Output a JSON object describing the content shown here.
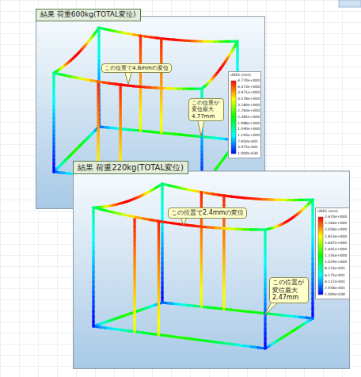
{
  "diagram": {
    "nodes": [
      {
        "text": [
          "結果 荷重600kg(TOTAL変位)"
        ]
      },
      {
        "text": [
          "この位置で4.6mmの変位"
        ],
        "in": 0
      },
      {
        "text": [
          "この位置が 変位最大 4.77mm"
        ],
        "in": 0
      },
      {
        "text": [
          "結果 荷重220kg(TOTAL変位)"
        ]
      },
      {
        "text": [
          "この位置で2.4mmの変位"
        ],
        "in": 3
      },
      {
        "text": [
          "この位置が 変位最大 2.47mm"
        ],
        "in": 3
      }
    ],
    "labels": [
      "URES (mm)",
      "4.770e+000",
      "4.373e+000",
      "3.975e+000",
      "3.578e+000",
      "3.180e+000",
      "2.783e+000",
      "2.385e+000",
      "1.988e+000",
      "1.590e+000",
      "1.193e+000",
      "7.950e-001",
      "3.975e-001",
      "1.000e-030",
      "URES (mm)",
      "2.470e+000",
      "2.264e+000",
      "2.058e+000",
      "1.853e+000",
      "1.647e+000",
      "1.441e+000",
      "1.235e+000",
      "1.029e+000",
      "8.233e-001",
      "6.175e-001",
      "4.117e-001",
      "2.058e-001",
      "1.000e-030"
    ]
  }
}
